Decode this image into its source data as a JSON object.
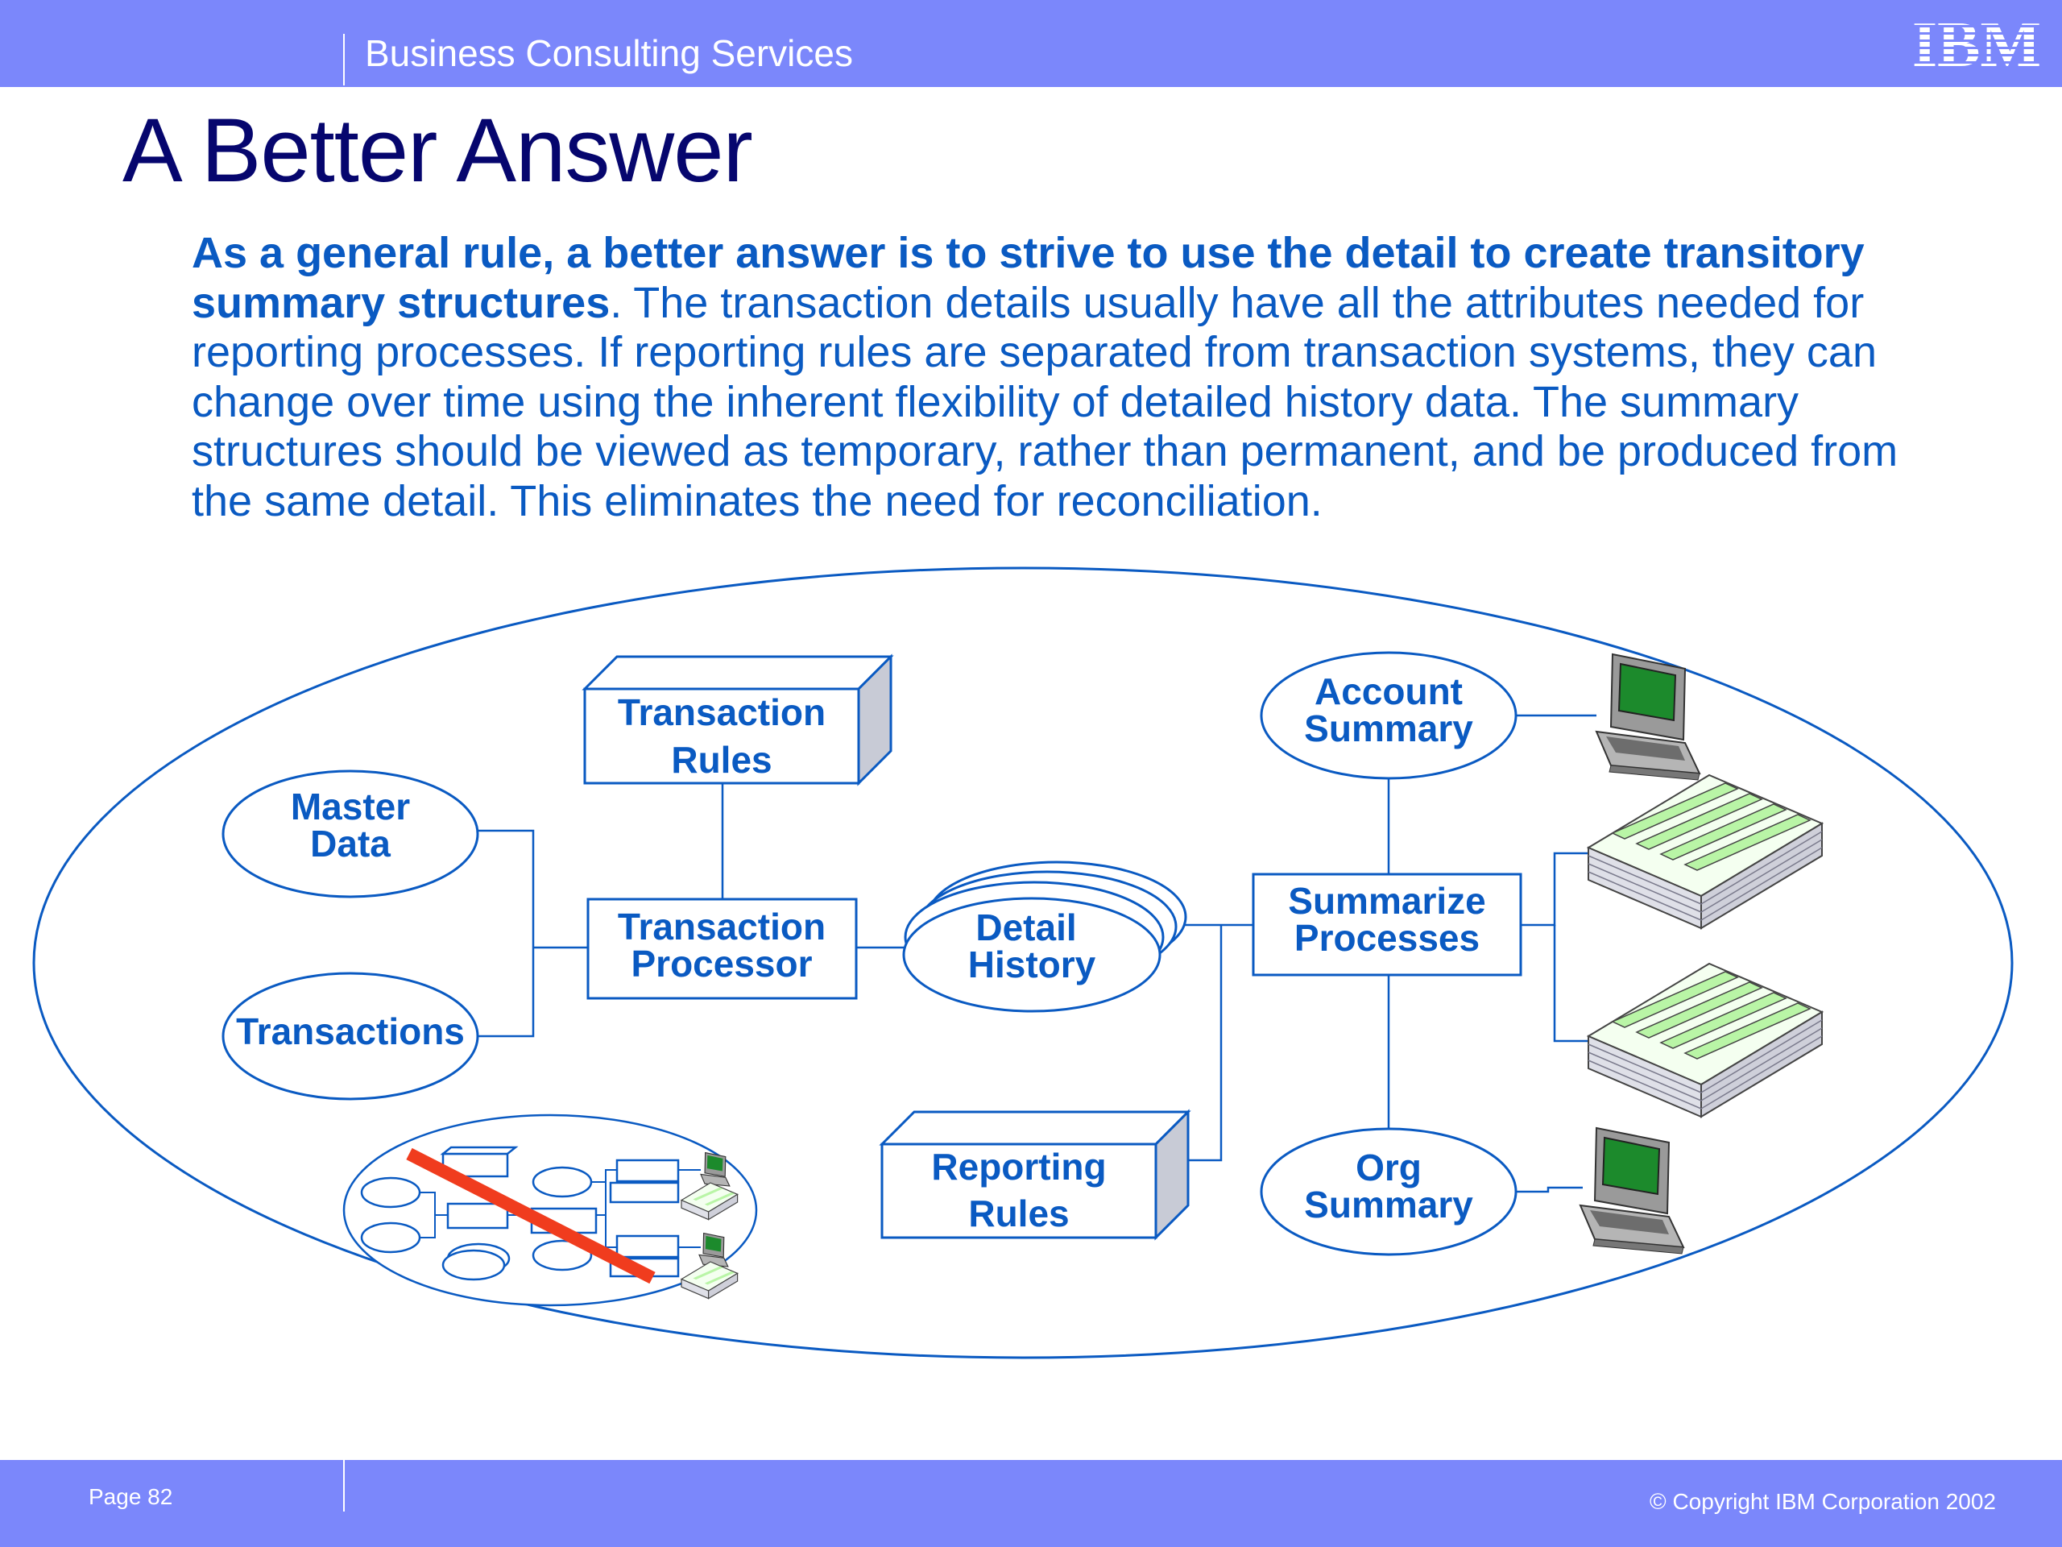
{
  "header": {
    "section_title": "Business Consulting Services",
    "logo_text": "IBM"
  },
  "slide": {
    "title": "A Better Answer",
    "intro_bold": "As a general rule, a better answer is to strive to use the detail to create transitory summary structures",
    "intro_rest": ".  The transaction details usually have all the attributes needed for reporting processes.  If reporting rules are separated from transaction systems, they can change over time using the inherent flexibility of detailed history data.  The summary structures should be viewed as temporary, rather than permanent, and be produced from the same detail.  This eliminates the need for reconciliation."
  },
  "diagram": {
    "master_data": [
      "Master",
      "Data"
    ],
    "transactions": "Transactions",
    "transaction_rules": [
      "Transaction",
      "Rules"
    ],
    "transaction_processor": [
      "Transaction",
      "Processor"
    ],
    "detail_history": [
      "Detail",
      "History"
    ],
    "reporting_rules": [
      "Reporting",
      "Rules"
    ],
    "summarize_processes": [
      "Summarize",
      "Processes"
    ],
    "account_summary": [
      "Account",
      "Summary"
    ],
    "org_summary": [
      "Org",
      "Summary"
    ]
  },
  "colors": {
    "bar": "#7b87fb",
    "title": "#06066e",
    "diagram_blue": "#0a5ac2",
    "strike_red": "#f03c1e"
  },
  "footer": {
    "page_label": "Page 82",
    "copyright": "© Copyright IBM Corporation 2002"
  }
}
